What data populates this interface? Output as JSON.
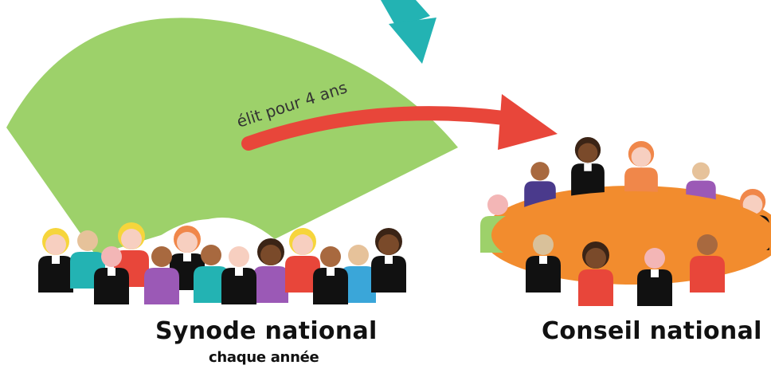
{
  "synode": {
    "title": "Synode national",
    "subtitle": "chaque année"
  },
  "conseil": {
    "title": "Conseil national"
  },
  "arrow_label": "élit pour 4 ans",
  "colors": {
    "fan": "#9dd16a",
    "table": "#f28c2e",
    "red_arrow": "#e8463a",
    "teal_arrow": "#23b3b3",
    "robe": "#111111"
  },
  "icons": [
    "teal-arrow-icon",
    "red-arrow-icon",
    "person-icon",
    "table-icon",
    "fan-shape"
  ]
}
